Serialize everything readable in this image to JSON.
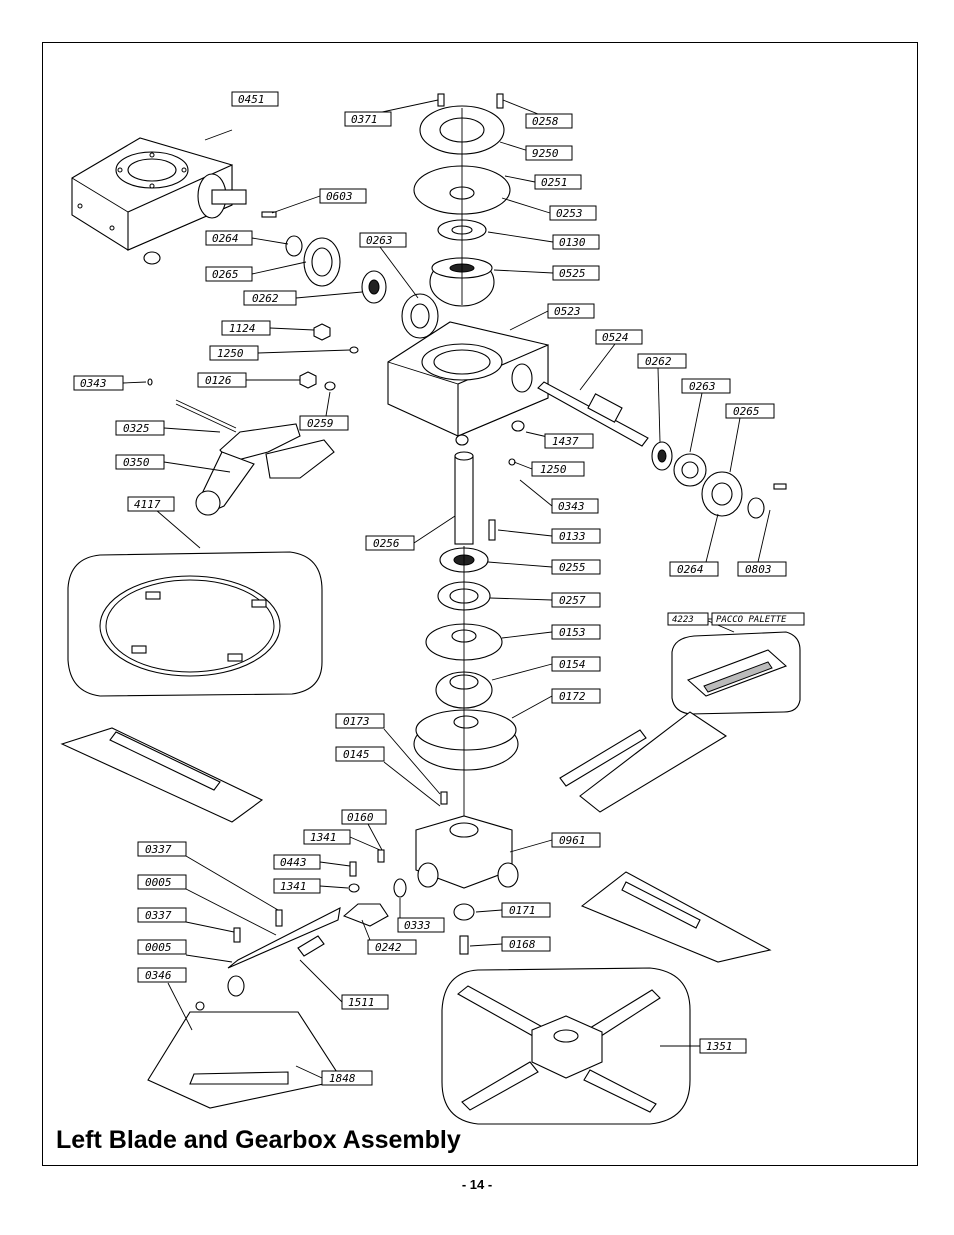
{
  "title": "Left Blade and Gearbox Assembly",
  "page_number": "- 14 -",
  "part_labels": {
    "p0451": "0451",
    "p0371": "0371",
    "p0258": "0258",
    "p9250": "9250",
    "p0251": "0251",
    "p0253": "0253",
    "p0130": "0130",
    "p0525": "0525",
    "p0523": "0523",
    "p0603": "0603",
    "p0264a": "0264",
    "p0263a": "0263",
    "p0265a": "0265",
    "p0262a": "0262",
    "p1124": "1124",
    "p1250a": "1250",
    "p0343a": "0343",
    "p0126": "0126",
    "p0259": "0259",
    "p0325": "0325",
    "p0350": "0350",
    "p4117": "4117",
    "p0524": "0524",
    "p0262b": "0262",
    "p0263b": "0263",
    "p0265b": "0265",
    "p1437": "1437",
    "p1250b": "1250",
    "p0343b": "0343",
    "p0256": "0256",
    "p0133": "0133",
    "p0255": "0255",
    "p0257": "0257",
    "p0264b": "0264",
    "p0803": "0803",
    "p4223": "4223",
    "paccoPalette": "PACCO PALETTE",
    "p0153": "0153",
    "p0154": "0154",
    "p0172": "0172",
    "p0173": "0173",
    "p0145": "0145",
    "p0160": "0160",
    "p1341a": "1341",
    "p0961": "0961",
    "p0337a": "0337",
    "p0443": "0443",
    "p1341b": "1341",
    "p0005a": "0005",
    "p0333": "0333",
    "p0171": "0171",
    "p0242": "0242",
    "p0337b": "0337",
    "p0168": "0168",
    "p0005b": "0005",
    "p0346": "0346",
    "p1511": "1511",
    "p1351": "1351",
    "p1848": "1848"
  }
}
